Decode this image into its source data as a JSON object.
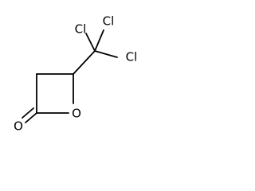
{
  "molecule": {
    "atoms": {
      "cl_top": "Cl",
      "cl_left": "Cl",
      "cl_right": "Cl",
      "oxygen_ring": "O",
      "oxygen_carbonyl": "O"
    }
  }
}
